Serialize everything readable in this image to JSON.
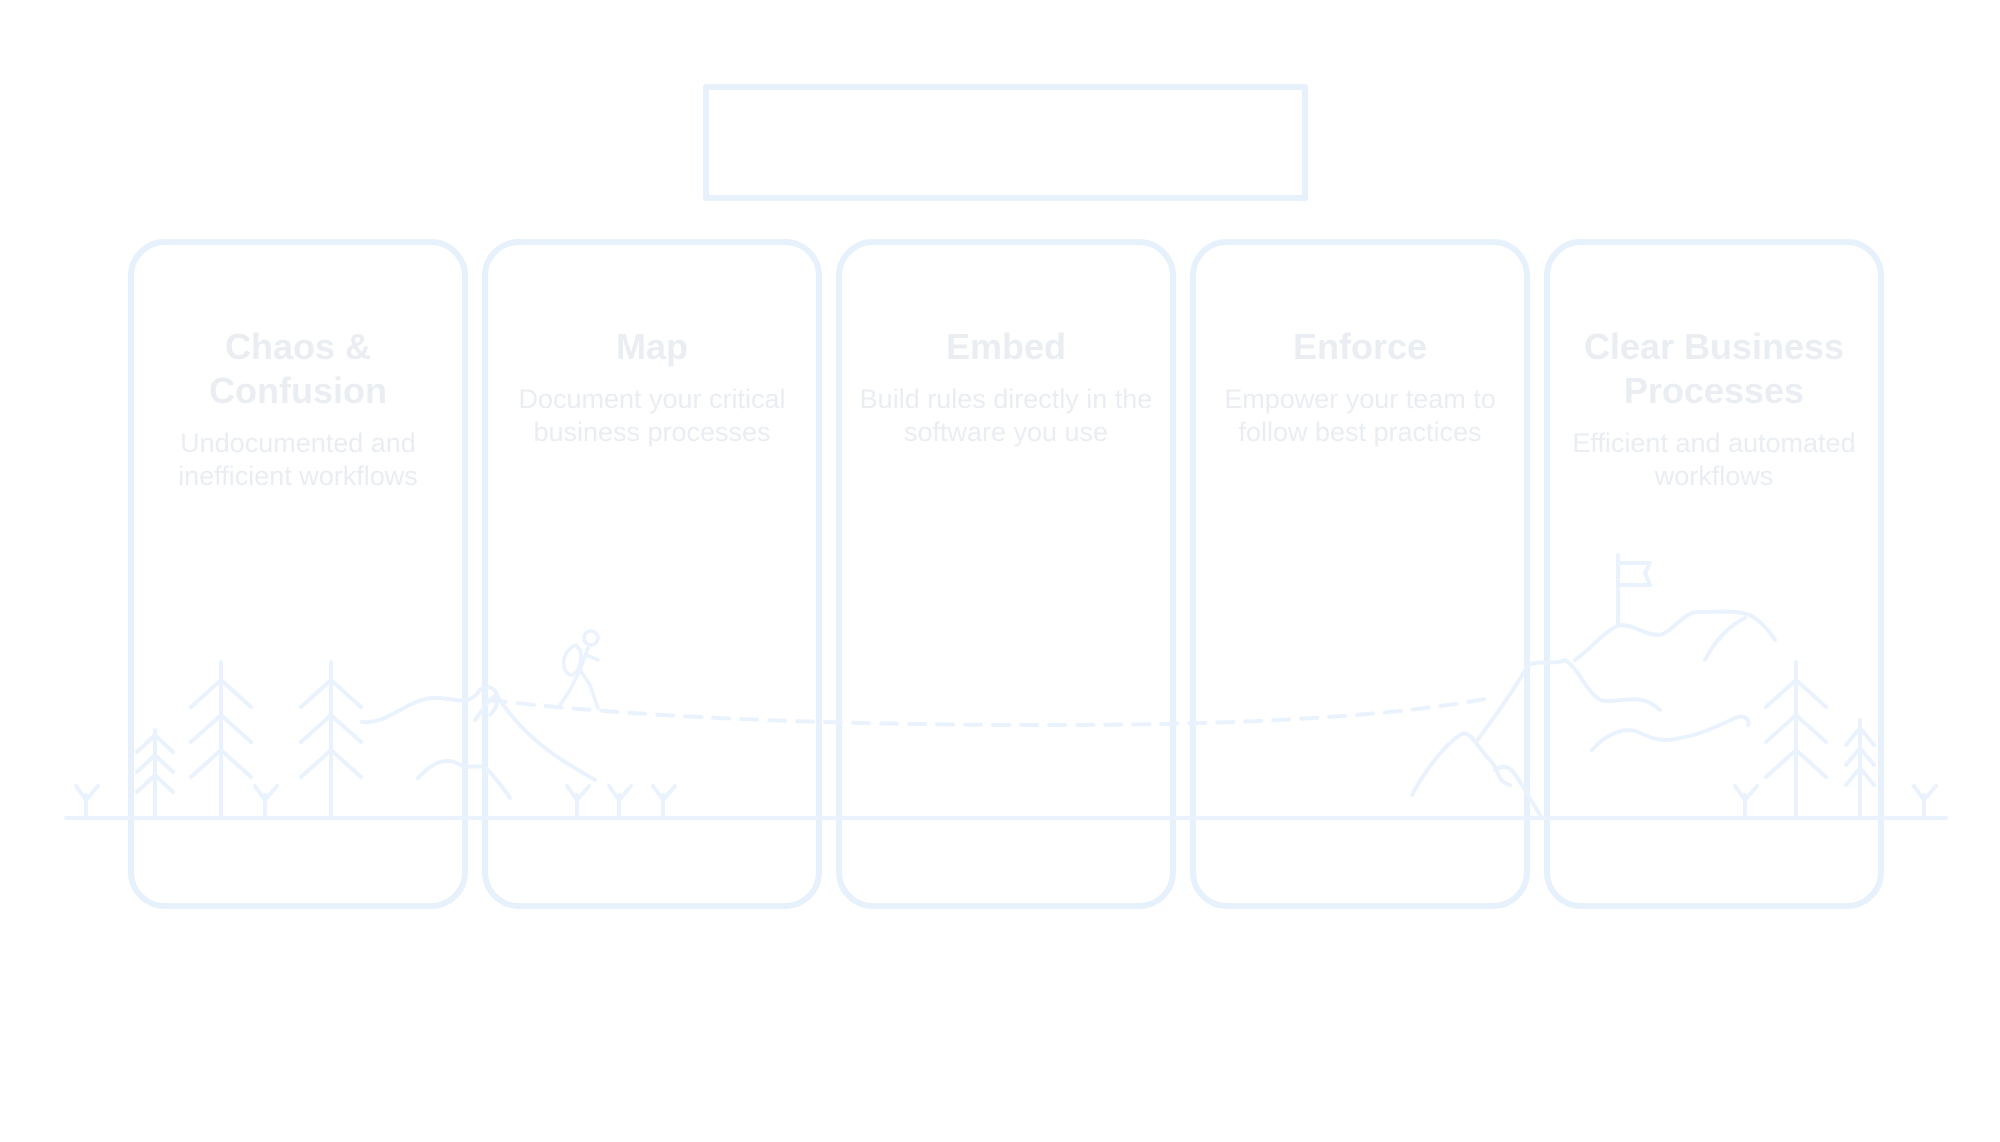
{
  "header": {
    "title": ""
  },
  "stages": [
    {
      "title": "Chaos & Confusion",
      "description": "Undocumented and inefficient workflows"
    },
    {
      "title": "Map",
      "description": "Document your critical business processes"
    },
    {
      "title": "Embed",
      "description": "Build rules directly in the software you use"
    },
    {
      "title": "Enforce",
      "description": "Empower your team to follow best practices"
    },
    {
      "title": "Clear Business Processes",
      "description": "Efficient and automated workflows"
    }
  ],
  "colors": {
    "outline": "#e6f1fc",
    "text": "#eaedf1",
    "background": "#ffffff"
  },
  "icons": [
    "pine-tree-icon",
    "hiker-icon",
    "mountain-icon",
    "flag-icon",
    "grass-tuft-icon",
    "path-dashed-line"
  ]
}
